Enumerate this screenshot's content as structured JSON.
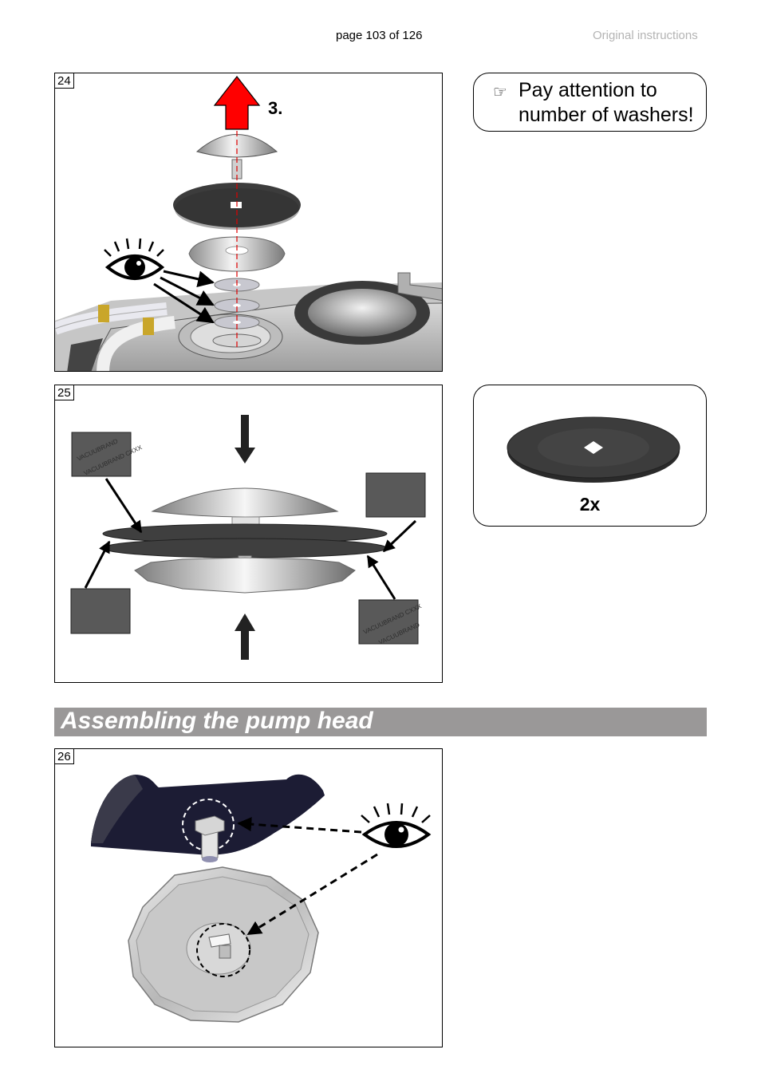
{
  "header": {
    "page_number": "page 103 of 126",
    "document_type": "Original instructions"
  },
  "figure_24": {
    "number": "24",
    "step_label": "3."
  },
  "note": {
    "icon": "pointing-hand-icon",
    "text": "Pay attention to\nnumber of washers!"
  },
  "figure_25": {
    "number": "25",
    "label_upper_left": [
      "VACUUBRAND",
      "VACUUBRAND CXXX"
    ],
    "label_lower_right": [
      "VACUUBRAND CXXX",
      "VACUUBRAND"
    ]
  },
  "washer_callout": {
    "count": "2x"
  },
  "section": {
    "heading": "Assembling the pump head"
  },
  "figure_26": {
    "number": "26"
  },
  "colors": {
    "arrow_red": "#ff0000",
    "heading_bg": "#9a9898",
    "membrane": "#3c3c3c",
    "label_gray": "#595959"
  }
}
